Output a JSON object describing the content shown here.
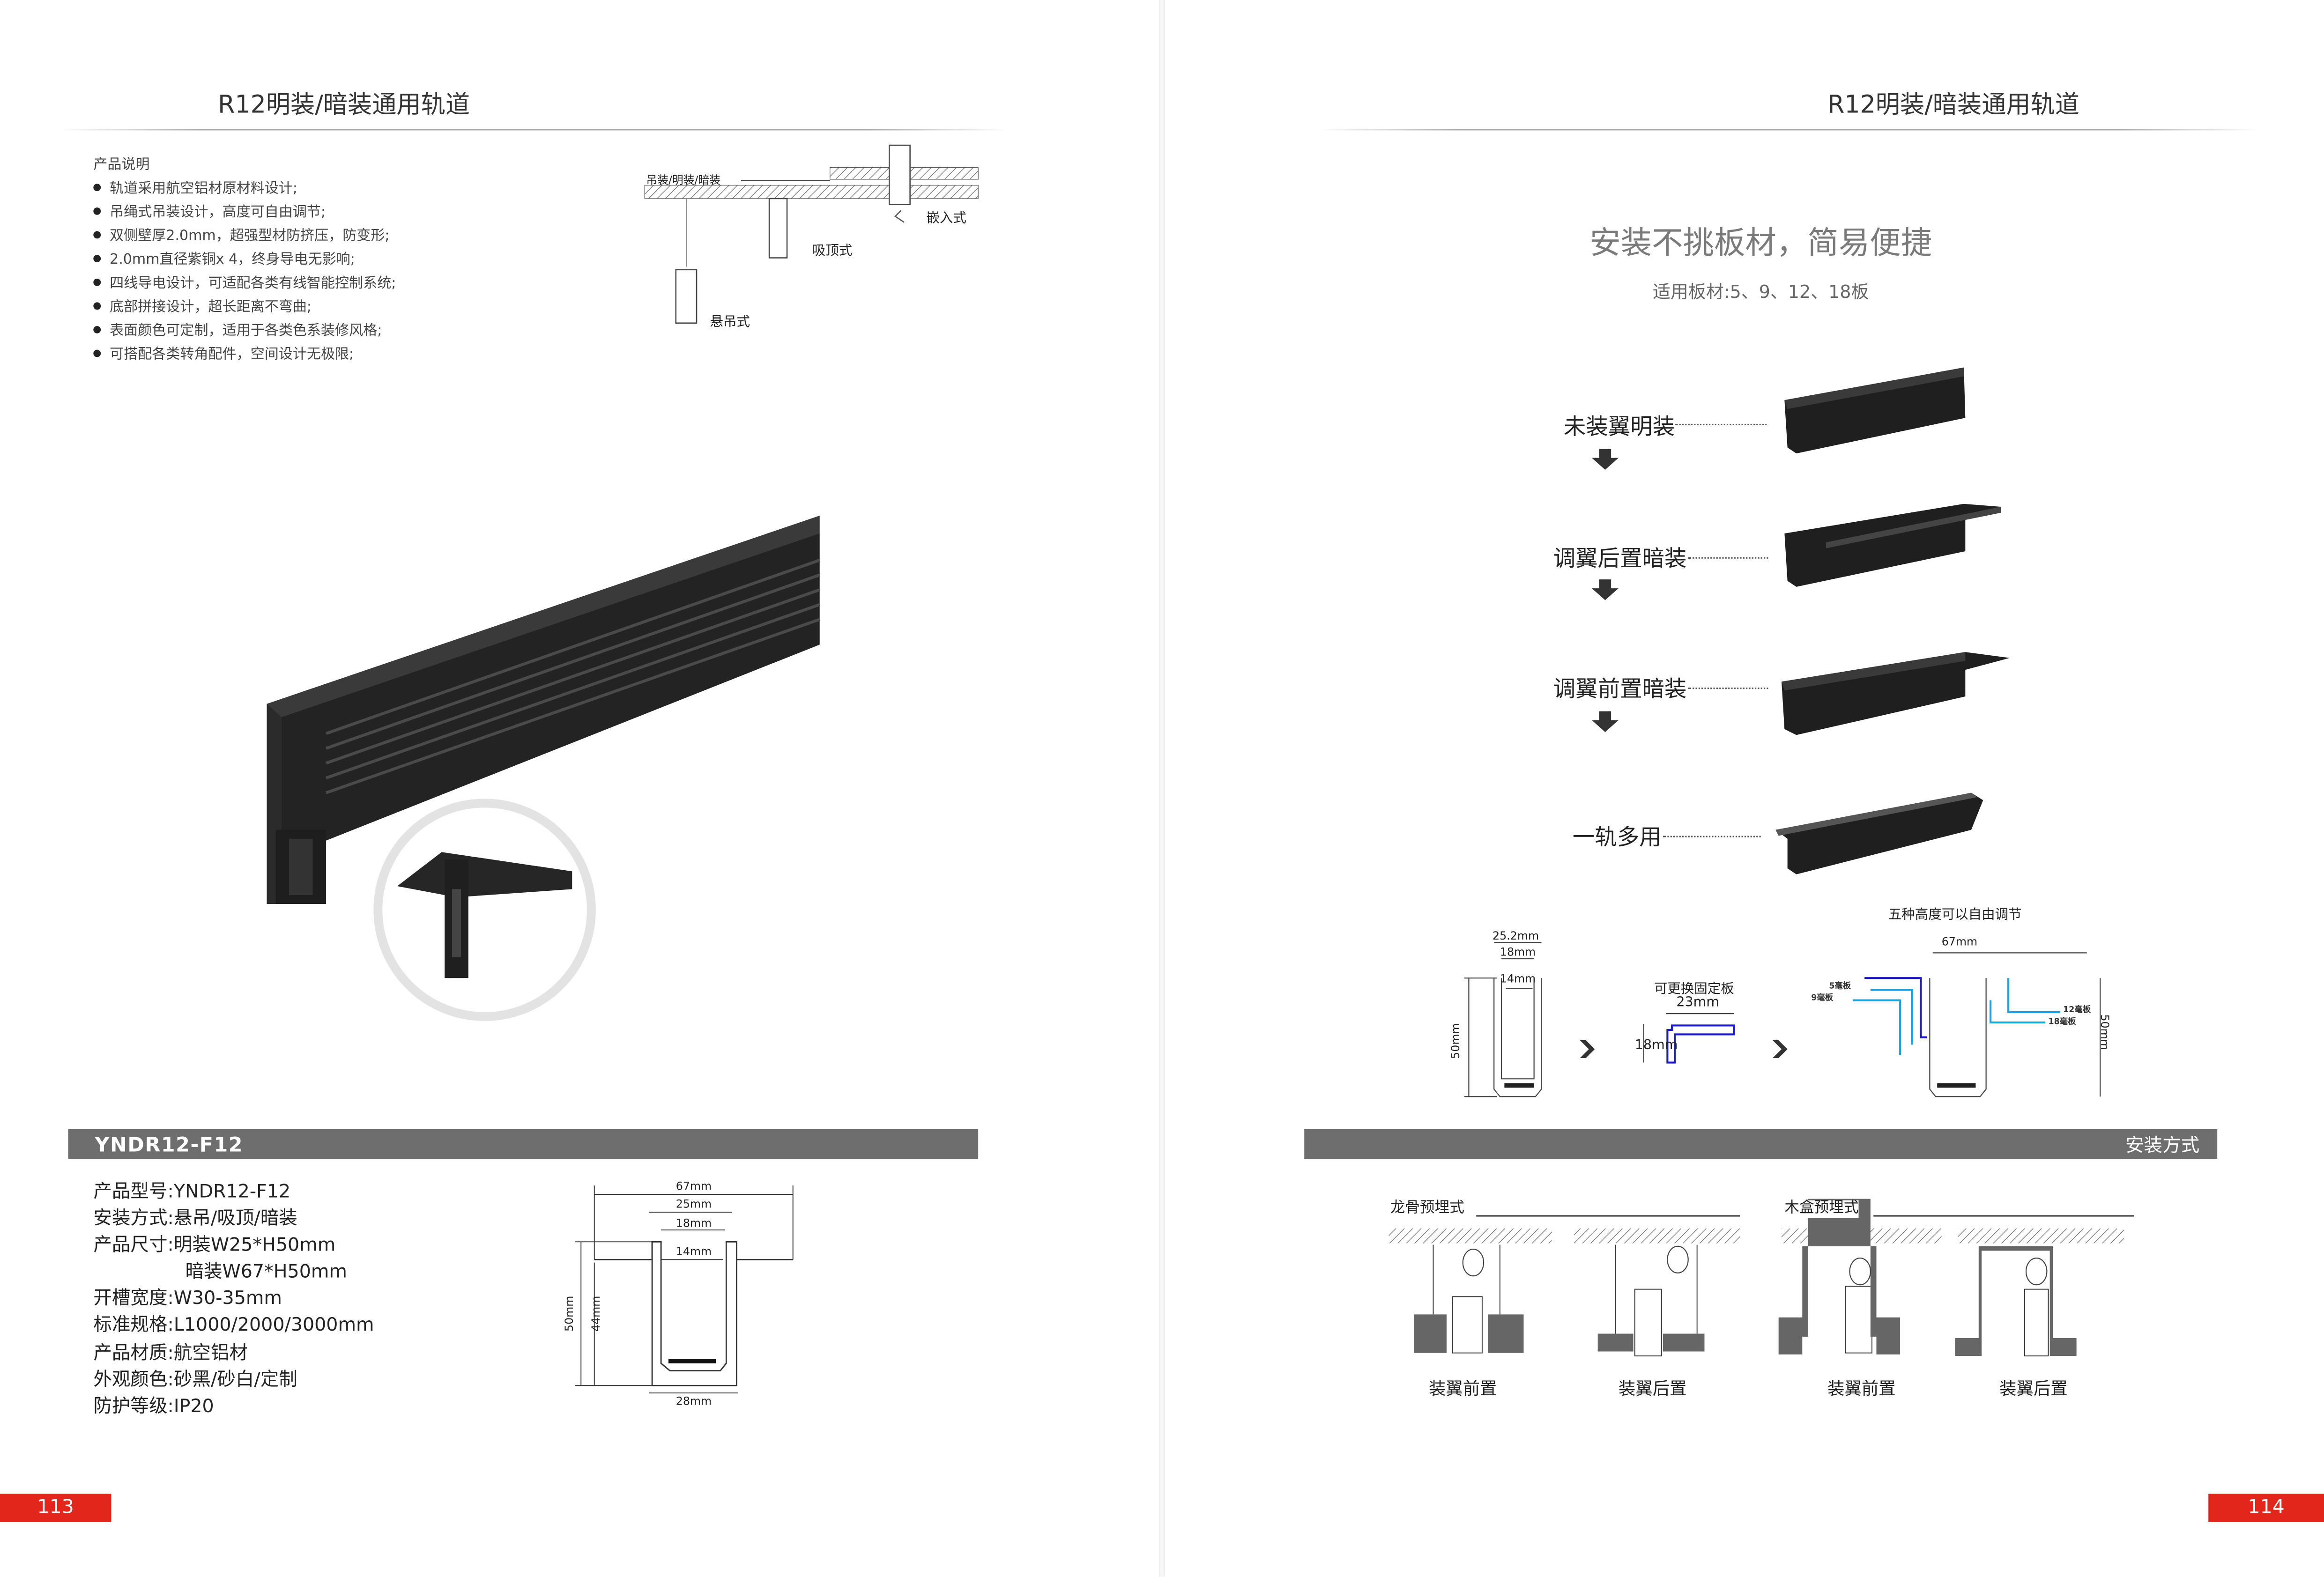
{
  "left_page": {
    "title": "R12明装/暗装通用轨道",
    "description": {
      "heading": "产品说明",
      "bullets": [
        "轨道采用航空铝材原材料设计;",
        "吊绳式吊装设计，高度可自由调节;",
        "双侧壁厚2.0mm，超强型材防挤压，防变形;",
        "2.0mm直径紫铜x 4，终身导电无影响;",
        "四线导电设计，可适配各类有线智能控制系统;",
        "底部拼接设计，超长距离不弯曲;",
        "表面颜色可定制，适用于各类色系装修风格;",
        "可搭配各类转角配件，空间设计无极限;"
      ]
    },
    "install_diagram": {
      "ceiling_label": "吊装/明装/暗装",
      "recessed": "嵌入式",
      "surface": "吸顶式",
      "pendant": "悬吊式"
    },
    "model_bar": "YNDR12-F12",
    "specs": [
      "产品型号:YNDR12-F12",
      "安装方式:悬吊/吸顶/暗装",
      "产品尺寸:明装W25*H50mm",
      "暗装W67*H50mm",
      "开槽宽度:W30-35mm",
      "标准规格:L1000/2000/3000mm",
      "产品材质:航空铝材",
      "外观颜色:砂黑/砂白/定制",
      "防护等级:IP20"
    ],
    "dims": {
      "w67": "67mm",
      "w25": "25mm",
      "w18": "18mm",
      "w14": "14mm",
      "h50": "50mm",
      "h44": "44mm",
      "w28": "28mm"
    },
    "page_number": "113"
  },
  "right_page": {
    "title": "R12明装/暗装通用轨道",
    "headline": "安装不挑板材，简易便捷",
    "subtitle": "适用板材:5、9、12、18板",
    "steps": [
      "未装翼明装",
      "调翼后置暗装",
      "调翼前置暗装",
      "一轨多用"
    ],
    "profile": {
      "w252": "25.2mm",
      "w18": "18mm",
      "w14": "14mm",
      "h50": "50mm"
    },
    "plate": {
      "label": "可更换固定板",
      "w23": "23mm",
      "h18": "18mm"
    },
    "heights": {
      "label": "五种高度可以自由调节",
      "w67": "67mm",
      "b5": "5毫板",
      "b9": "9毫板",
      "b12": "12毫板",
      "b18": "18毫板",
      "h50": "50mm"
    },
    "install_bar": "安装方式",
    "methods": [
      {
        "group": "龙骨预埋式",
        "items": [
          "装翼前置",
          "装翼后置"
        ]
      },
      {
        "group": "木盒预埋式",
        "items": [
          "装翼前置",
          "装翼后置"
        ]
      }
    ],
    "page_number": "114"
  },
  "colors": {
    "accent_red": "#e3261c",
    "bar_gray": "#6e6e6e",
    "blue": "#1a1ac8",
    "cyan": "#1aa3e0"
  }
}
